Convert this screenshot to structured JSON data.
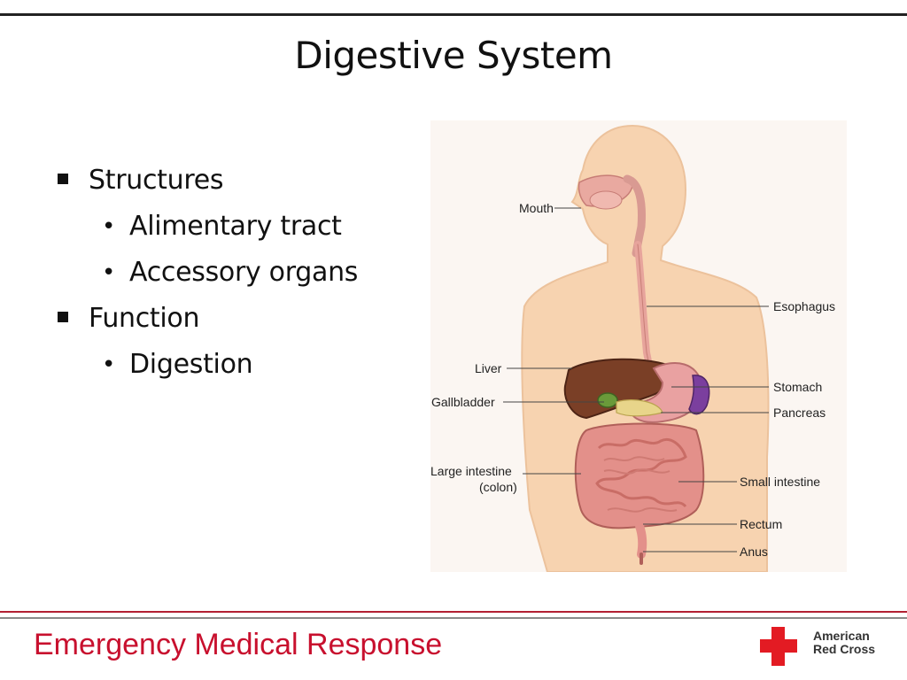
{
  "slide": {
    "title": "Digestive System",
    "bullets": [
      {
        "text": "Structures",
        "sub": [
          "Alimentary tract",
          "Accessory organs"
        ]
      },
      {
        "text": "Function",
        "sub": [
          "Digestion"
        ]
      }
    ]
  },
  "figure": {
    "labels": {
      "mouth": "Mouth",
      "esophagus": "Esophagus",
      "liver": "Liver",
      "stomach": "Stomach",
      "gallbladder": "Gallbladder",
      "pancreas": "Pancreas",
      "large_intestine": "Large intestine",
      "colon": "(colon)",
      "small_intestine": "Small intestine",
      "rectum": "Rectum",
      "anus": "Anus"
    }
  },
  "footer": {
    "text": "Emergency Medical Response",
    "logo_line1": "American",
    "logo_line2": "Red Cross"
  },
  "colors": {
    "footer_text": "#c8102e",
    "logo_red": "#e31b23",
    "skin": "#f7d3b0",
    "liver": "#7a3f26",
    "stomach": "#e9a1a1",
    "pancreas": "#7b3f9e",
    "intestine": "#e3908a"
  }
}
